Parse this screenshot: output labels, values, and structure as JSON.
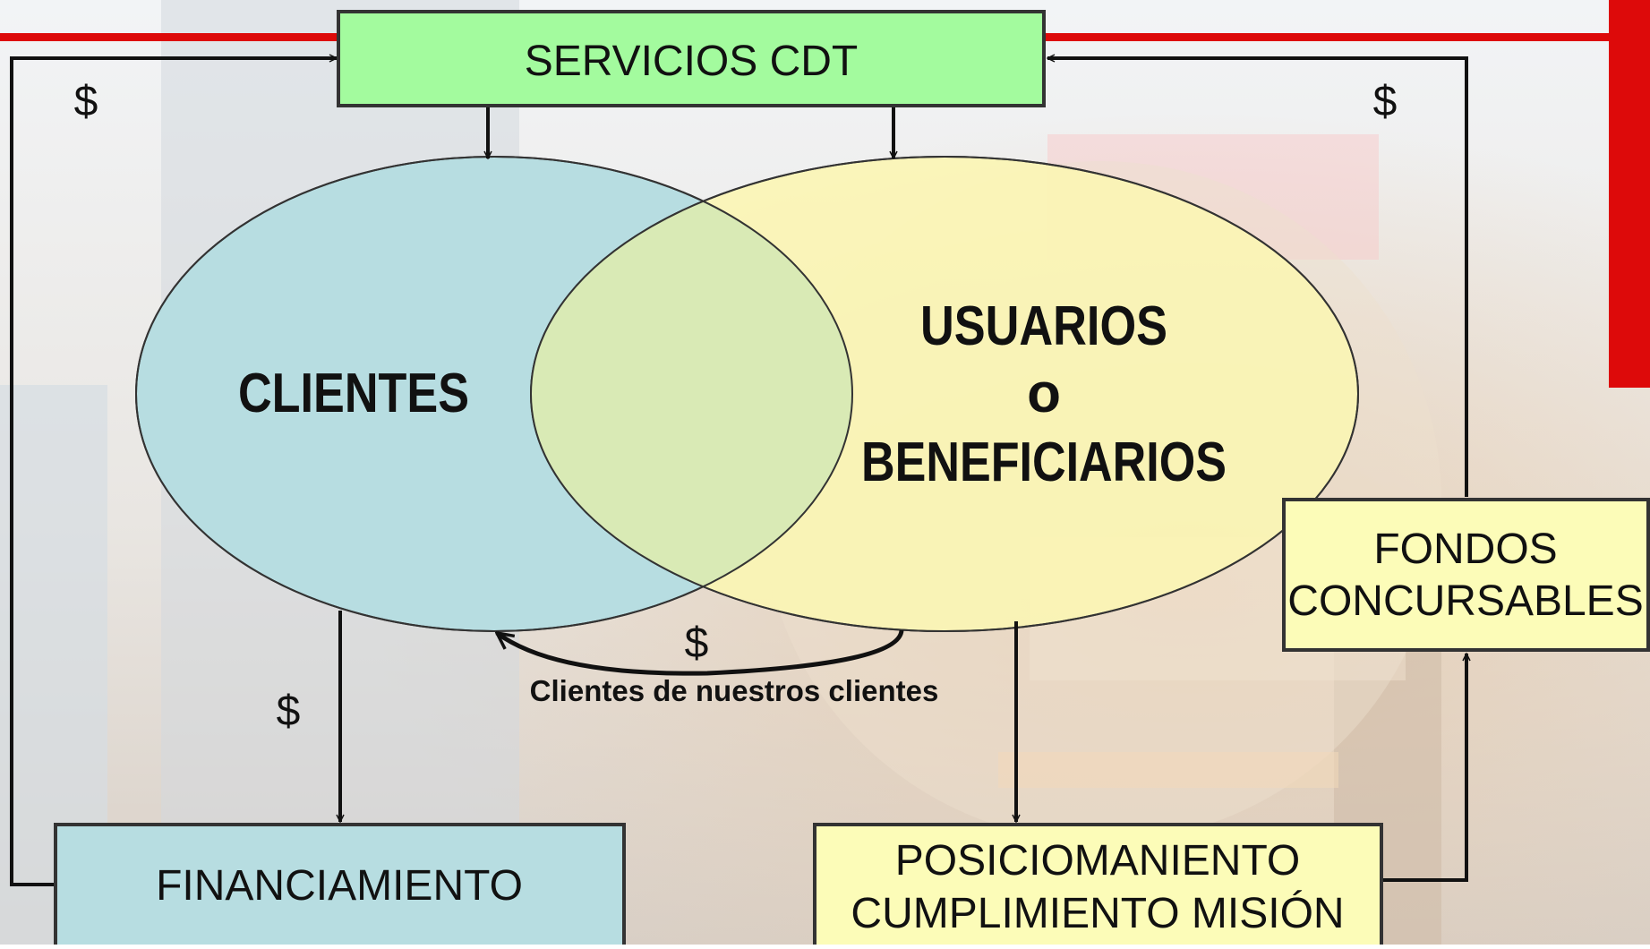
{
  "nodes": {
    "servicios": {
      "label": "SERVICIOS CDT"
    },
    "clientes": {
      "label": "CLIENTES"
    },
    "usuarios": {
      "lines": [
        "USUARIOS",
        "o",
        "BENEFICIARIOS"
      ]
    },
    "fondos": {
      "lines": [
        "FONDOS",
        "CONCURSABLES"
      ]
    },
    "financiamiento": {
      "label": "FINANCIAMIENTO"
    },
    "posicionamiento": {
      "lines": [
        "POSICIOMANIENTO",
        "CUMPLIMIENTO MISIÓN"
      ]
    }
  },
  "edges": {
    "money_symbol": "$",
    "clients_of_clients_label": "Clientes de nuestros clientes"
  },
  "colors": {
    "servicios_fill": "#a3fb9e",
    "clientes_fill": "#b7dde1",
    "usuarios_fill": "#fbf5b4",
    "overlap_fill": "#d9eab5",
    "financiamiento_fill": "#b7dde1",
    "yellow_box_fill": "#fcfcb8",
    "accent_red": "#dd0a0a"
  }
}
